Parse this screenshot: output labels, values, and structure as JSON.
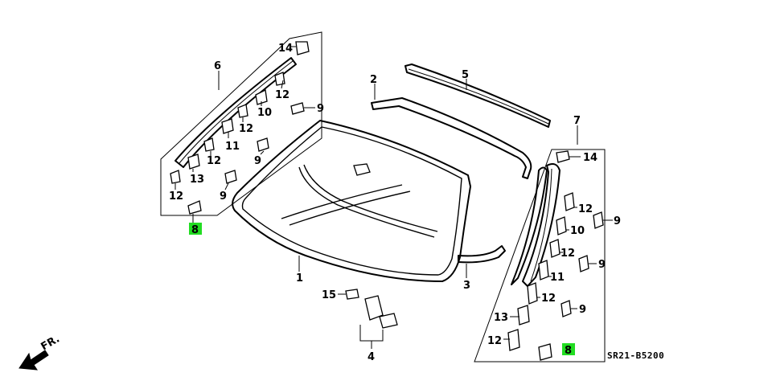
{
  "labels": {
    "c1": "1",
    "c2": "2",
    "c3": "3",
    "c4": "4",
    "c5": "5",
    "c6": "6",
    "c7": "7",
    "c8_left": "8",
    "c8_right": "8",
    "c9_l1": "9",
    "c9_l2": "9",
    "c9_l3": "9",
    "c9_r1": "9",
    "c9_r2": "9",
    "c9_r3": "9",
    "c10_l": "10",
    "c10_r": "10",
    "c11_l": "11",
    "c11_r": "11",
    "c12_l1": "12",
    "c12_l2": "12",
    "c12_l3": "12",
    "c12_l4": "12",
    "c12_r1": "12",
    "c12_r2": "12",
    "c12_r3": "12",
    "c12_r4": "12",
    "c13_l": "13",
    "c13_r": "13",
    "c14_l": "14",
    "c14_r": "14",
    "c15": "15"
  },
  "front_marker": "FR.",
  "diagram_code": "SR21-B5200",
  "colors": {
    "highlight": "#22dd22",
    "ink": "#000000"
  }
}
